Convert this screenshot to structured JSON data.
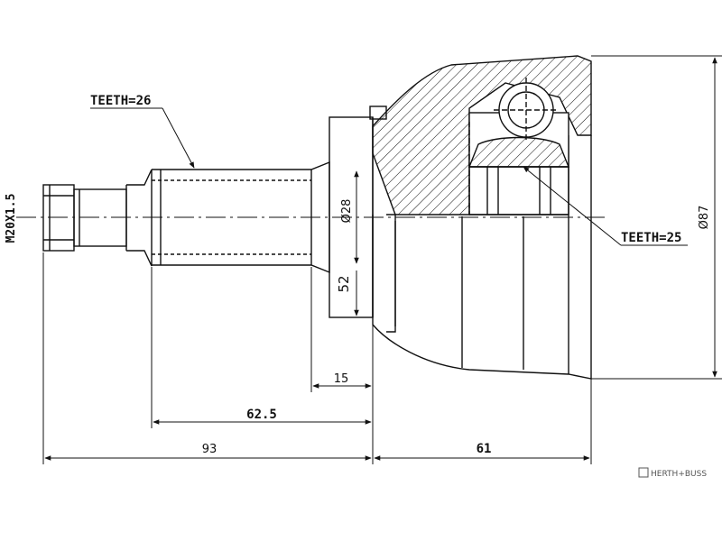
{
  "labels": {
    "teeth_outer": "TEETH=26",
    "teeth_inner": "TEETH=25",
    "thread": "M20X1.5",
    "diameter_shaft": "Ø28",
    "diameter_body": "Ø87",
    "dim_52": "52",
    "dim_15": "15",
    "dim_62_5": "62.5",
    "dim_93": "93",
    "dim_61": "61"
  },
  "brand": {
    "text": "HERTH+BUSS"
  },
  "colors": {
    "line": "#111111",
    "background": "#ffffff",
    "brand": "#555555"
  }
}
